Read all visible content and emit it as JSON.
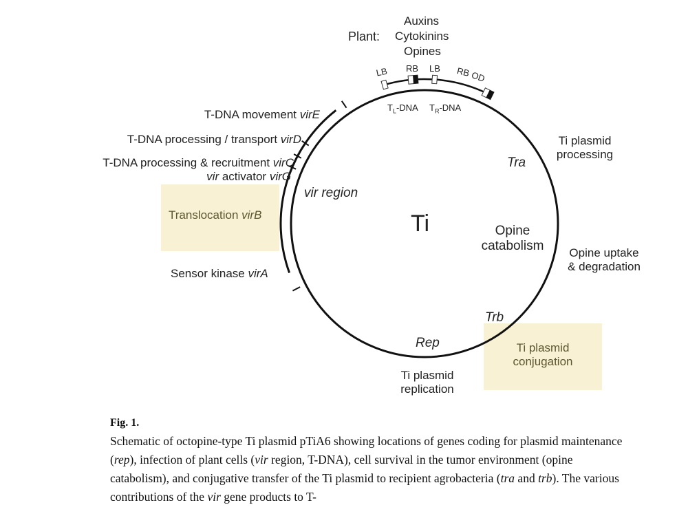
{
  "figure": {
    "plasmid_name": "Ti",
    "plant": {
      "prefix": "Plant:",
      "products": [
        "Auxins",
        "Cytokinins",
        "Opines"
      ]
    },
    "border_labels": [
      "LB",
      "RB",
      "LB",
      "RB",
      "OD"
    ],
    "tdna": {
      "left": {
        "T": "T",
        "sub": "L",
        "rest": "-DNA"
      },
      "right": {
        "T": "T",
        "sub": "R",
        "rest": "-DNA"
      }
    },
    "vir_genes": [
      {
        "function": "T-DNA movement ",
        "gene": "virE"
      },
      {
        "function": "T-DNA processing / transport ",
        "gene": "virD"
      },
      {
        "function": "T-DNA processing & recruitment ",
        "gene": "virC"
      },
      {
        "function_italic": "vir",
        "function": " activator ",
        "gene": "virG"
      },
      {
        "function": "Translocation ",
        "gene": "virB",
        "highlighted": true
      },
      {
        "function": "Sensor kinase ",
        "gene": "virA"
      }
    ],
    "regions": {
      "vir_region": "vir region",
      "tra": "Tra",
      "trb": "Trb",
      "rep": "Rep",
      "opine_catabolism": [
        "Opine",
        "catabolism"
      ]
    },
    "functions": {
      "tra_function": [
        "Ti plasmid",
        "processing"
      ],
      "opine_function": [
        "Opine uptake",
        "& degradation"
      ],
      "trb_function": [
        "Ti plasmid",
        "conjugation"
      ],
      "rep_function": [
        "Ti plasmid",
        "replication"
      ]
    },
    "colors": {
      "highlight": "#f8f1d3",
      "line": "#111111"
    }
  },
  "caption": {
    "title": "Fig. 1.",
    "segments": [
      {
        "t": "Schematic of octopine-type Ti plasmid pTiA6 showing locations of genes coding for plasmid maintenance ("
      },
      {
        "t": "rep",
        "i": true
      },
      {
        "t": "), infection of plant cells ("
      },
      {
        "t": "vir",
        "i": true
      },
      {
        "t": " region, T-DNA), cell survival in the tumor environment (opine catabolism), and conjugative transfer of the Ti plasmid to recipient agrobacteria ("
      },
      {
        "t": "tra",
        "i": true
      },
      {
        "t": " and "
      },
      {
        "t": "trb",
        "i": true
      },
      {
        "t": "). The various contributions of the "
      },
      {
        "t": "vir",
        "i": true
      },
      {
        "t": " gene products to T-"
      }
    ]
  }
}
